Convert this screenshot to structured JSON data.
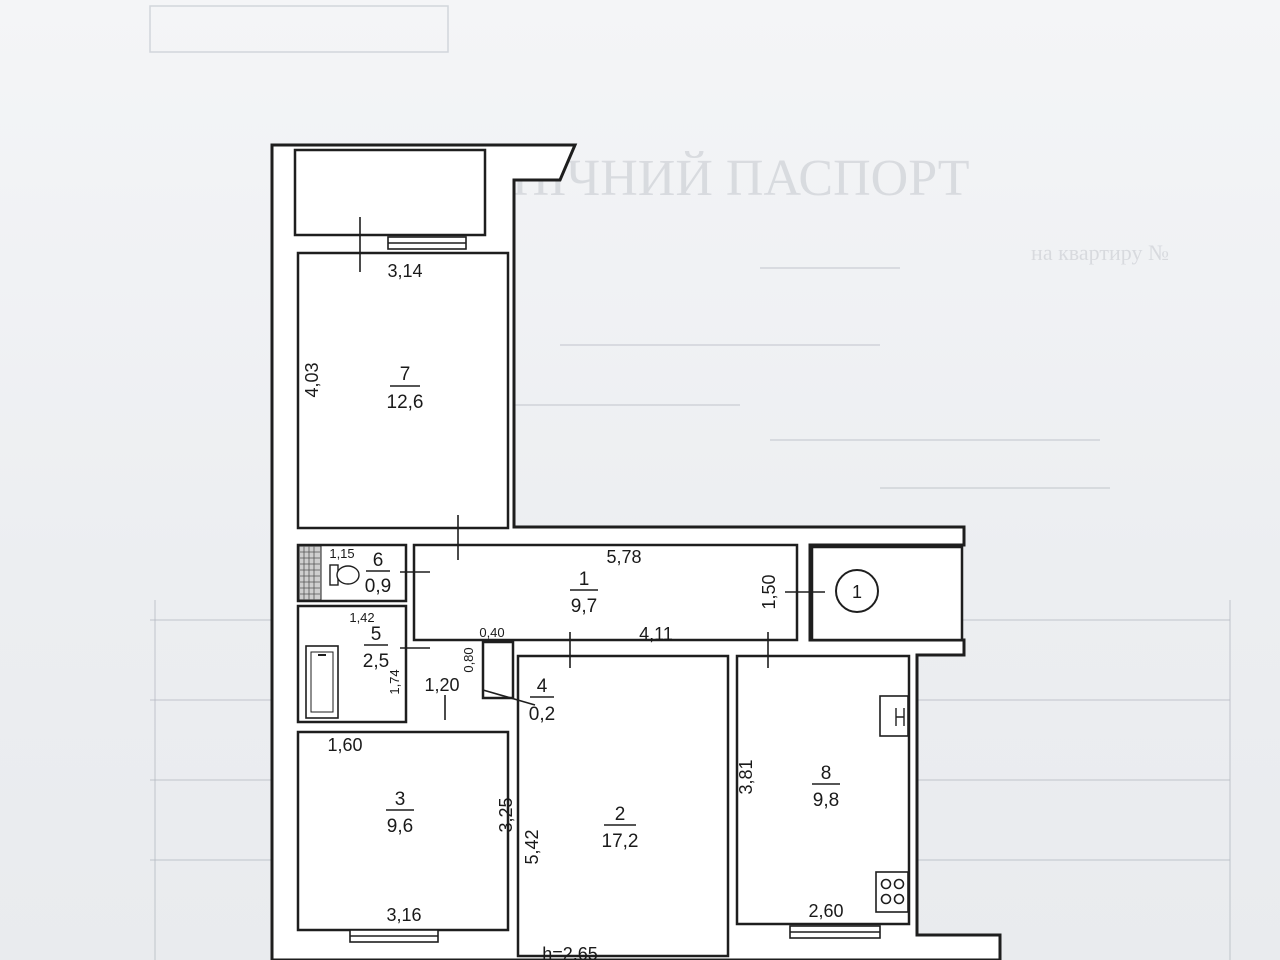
{
  "ghost_text": {
    "title": "ТЕХНІЧНИЙ ПАСПОРТ",
    "line": "на квартиру  №"
  },
  "rooms": [
    {
      "id": "7",
      "area": "12,6"
    },
    {
      "id": "6",
      "area": "0,9"
    },
    {
      "id": "5",
      "area": "2,5"
    },
    {
      "id": "1",
      "area": "9,7"
    },
    {
      "id": "4",
      "area": "0,2"
    },
    {
      "id": "3",
      "area": "9,6"
    },
    {
      "id": "2",
      "area": "17,2"
    },
    {
      "id": "8",
      "area": "9,8"
    }
  ],
  "dimensions": {
    "d_3_14": "3,14",
    "d_4_03": "4,03",
    "d_1_15": "1,15",
    "d_5_78": "5,78",
    "d_1_50": "1,50",
    "d_1_42": "1,42",
    "d_0_40": "0,40",
    "d_4_11": "4,11",
    "d_0_80": "0,80",
    "d_1_74": "1,74",
    "d_1_20": "1,20",
    "d_1_60": "1,60",
    "d_3_25": "3,25",
    "d_5_42": "5,42",
    "d_3_81": "3,81",
    "d_3_16": "3,16",
    "d_2_60": "2,60"
  },
  "entrance_marker": "1",
  "ceiling_height": "h=2,65"
}
